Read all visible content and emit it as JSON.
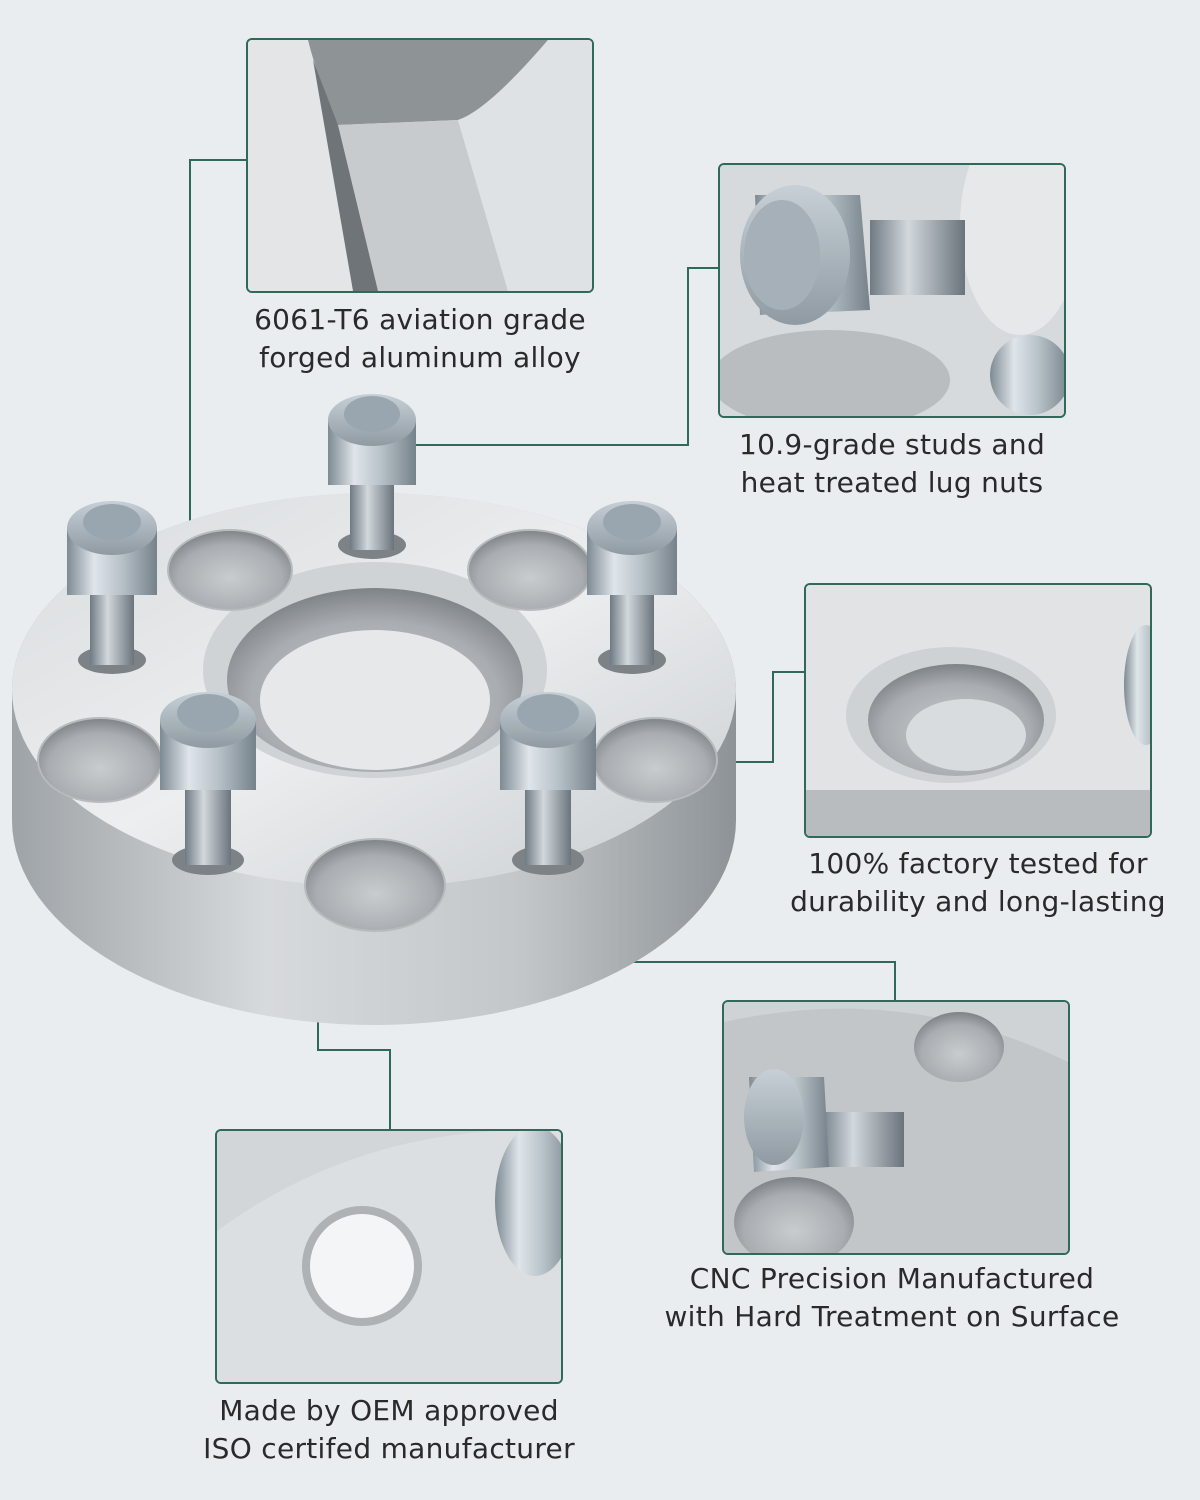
{
  "colors": {
    "background": "#e9edf0",
    "accent_green": "#2e6a57",
    "text": "#2a2a2a"
  },
  "callouts": [
    {
      "line1": "6061-T6 aviation grade",
      "line2": "forged aluminum alloy"
    },
    {
      "line1": "10.9-grade studs and",
      "line2": "heat treated lug nuts"
    },
    {
      "line1": "100% factory tested for",
      "line2": "durability and long-lasting"
    },
    {
      "line1": "CNC Precision Manufactured",
      "line2": "with Hard Treatment on Surface"
    },
    {
      "line1": "Made by OEM approved",
      "line2": "ISO certifed manufacturer"
    }
  ]
}
